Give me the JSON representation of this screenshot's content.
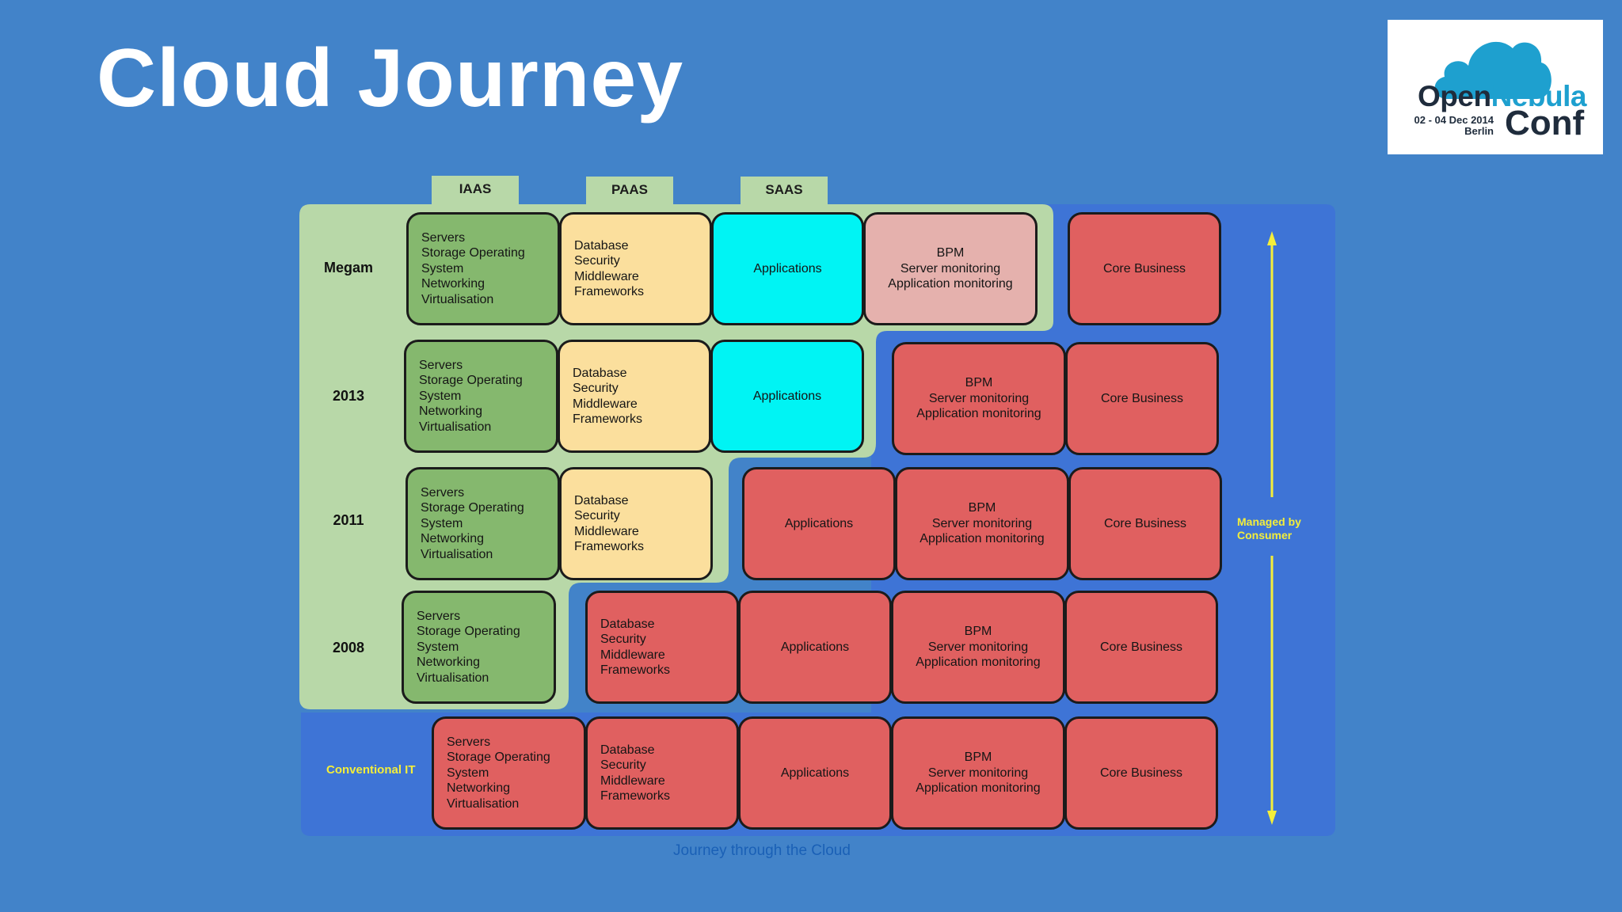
{
  "slide": {
    "title": "Cloud Journey"
  },
  "logo": {
    "brand_open": "Open",
    "brand_nebula": "Nebula",
    "dates": "02 - 04 Dec 2014",
    "city": "Berlin",
    "conf": "Conf",
    "colors": {
      "cloud": "#1ea0cf",
      "text": "#1f2c3c"
    }
  },
  "diagram": {
    "tabs": [
      "IAAS",
      "PAAS",
      "SAAS"
    ],
    "rows": [
      {
        "label": "Megam",
        "cells": [
          {
            "text": "Servers\nStorage Operating\nSystem\nNetworking\nVirtualisation",
            "color": "green"
          },
          {
            "text": "Database\nSecurity\nMiddleware\nFrameworks",
            "color": "yellow"
          },
          {
            "text": "Applications",
            "color": "cyan"
          },
          {
            "text": "BPM\nServer monitoring\nApplication monitoring",
            "color": "pink"
          },
          {
            "text": "Core Business",
            "color": "red"
          }
        ]
      },
      {
        "label": "2013",
        "cells": [
          {
            "text": "Servers\nStorage Operating\nSystem\nNetworking\nVirtualisation",
            "color": "green"
          },
          {
            "text": "Database\nSecurity\nMiddleware\nFrameworks",
            "color": "yellow"
          },
          {
            "text": "Applications",
            "color": "cyan"
          },
          {
            "text": "BPM\nServer monitoring\nApplication monitoring",
            "color": "red"
          },
          {
            "text": "Core Business",
            "color": "red"
          }
        ]
      },
      {
        "label": "2011",
        "cells": [
          {
            "text": "Servers\nStorage Operating\nSystem\nNetworking\nVirtualisation",
            "color": "green"
          },
          {
            "text": "Database\nSecurity\nMiddleware\nFrameworks",
            "color": "yellow"
          },
          {
            "text": "Applications",
            "color": "red"
          },
          {
            "text": "BPM\nServer monitoring\nApplication monitoring",
            "color": "red"
          },
          {
            "text": "Core Business",
            "color": "red"
          }
        ]
      },
      {
        "label": "2008",
        "cells": [
          {
            "text": "Servers\nStorage Operating\nSystem\nNetworking\nVirtualisation",
            "color": "green"
          },
          {
            "text": "Database\nSecurity\nMiddleware\nFrameworks",
            "color": "red"
          },
          {
            "text": "Applications",
            "color": "red"
          },
          {
            "text": "BPM\nServer monitoring\nApplication monitoring",
            "color": "red"
          },
          {
            "text": "Core Business",
            "color": "red"
          }
        ]
      },
      {
        "label": "Conventional IT",
        "cells": [
          {
            "text": "Servers\nStorage Operating\nSystem\nNetworking\nVirtualisation",
            "color": "red"
          },
          {
            "text": "Database\nSecurity\nMiddleware\nFrameworks",
            "color": "red"
          },
          {
            "text": "Applications",
            "color": "red"
          },
          {
            "text": "BPM\nServer monitoring\nApplication monitoring",
            "color": "red"
          },
          {
            "text": "Core Business",
            "color": "red"
          }
        ]
      }
    ],
    "managed_label": "Managed by\nConsumer",
    "caption": "Journey through the Cloud",
    "colors": {
      "provider_region": "#b8d8a8",
      "consumer_region": "#3e74d6",
      "arrow": "#f4ee3a",
      "green": "#85b86e",
      "yellow": "#fbdf9d",
      "cyan": "#00f4f4",
      "pink": "#e5b1ad",
      "red": "#e06060"
    }
  }
}
